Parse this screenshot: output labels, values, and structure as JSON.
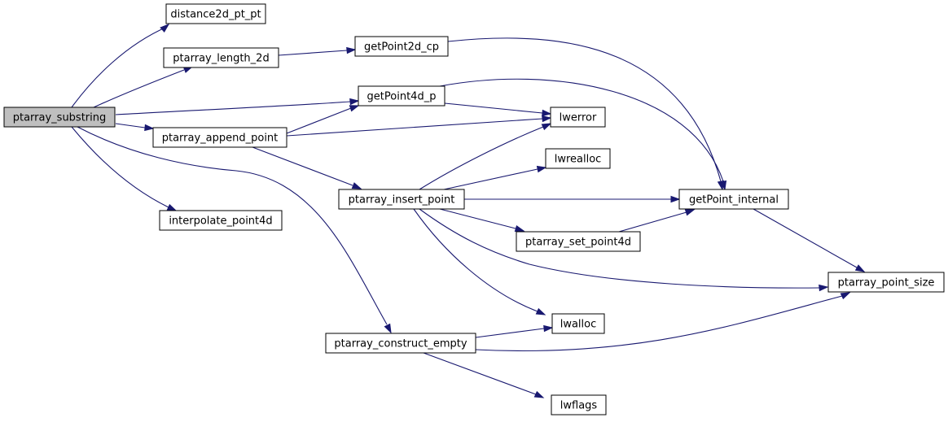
{
  "graph": {
    "nodes": {
      "ptarray_substring": {
        "label": "ptarray_substring",
        "highlighted": true
      },
      "distance2d_pt_pt": {
        "label": "distance2d_pt_pt"
      },
      "ptarray_length_2d": {
        "label": "ptarray_length_2d"
      },
      "getPoint2d_cp": {
        "label": "getPoint2d_cp"
      },
      "getPoint4d_p": {
        "label": "getPoint4d_p"
      },
      "ptarray_append_point": {
        "label": "ptarray_append_point"
      },
      "lwerror": {
        "label": "lwerror"
      },
      "lwrealloc": {
        "label": "lwrealloc"
      },
      "ptarray_insert_point": {
        "label": "ptarray_insert_point"
      },
      "getPoint_internal": {
        "label": "getPoint_internal"
      },
      "interpolate_point4d": {
        "label": "interpolate_point4d"
      },
      "ptarray_set_point4d": {
        "label": "ptarray_set_point4d"
      },
      "ptarray_point_size": {
        "label": "ptarray_point_size"
      },
      "ptarray_construct_empty": {
        "label": "ptarray_construct_empty"
      },
      "lwalloc": {
        "label": "lwalloc"
      },
      "lwflags": {
        "label": "lwflags"
      }
    },
    "edges": [
      [
        "ptarray_substring",
        "distance2d_pt_pt"
      ],
      [
        "ptarray_substring",
        "ptarray_length_2d"
      ],
      [
        "ptarray_substring",
        "getPoint4d_p"
      ],
      [
        "ptarray_substring",
        "ptarray_append_point"
      ],
      [
        "ptarray_substring",
        "interpolate_point4d"
      ],
      [
        "ptarray_substring",
        "ptarray_construct_empty"
      ],
      [
        "ptarray_length_2d",
        "getPoint2d_cp"
      ],
      [
        "getPoint2d_cp",
        "getPoint_internal"
      ],
      [
        "getPoint4d_p",
        "lwerror"
      ],
      [
        "getPoint4d_p",
        "getPoint_internal"
      ],
      [
        "ptarray_append_point",
        "getPoint4d_p"
      ],
      [
        "ptarray_append_point",
        "lwerror"
      ],
      [
        "ptarray_append_point",
        "ptarray_insert_point"
      ],
      [
        "ptarray_insert_point",
        "lwerror"
      ],
      [
        "ptarray_insert_point",
        "lwrealloc"
      ],
      [
        "ptarray_insert_point",
        "getPoint_internal"
      ],
      [
        "ptarray_insert_point",
        "ptarray_set_point4d"
      ],
      [
        "ptarray_insert_point",
        "ptarray_point_size"
      ],
      [
        "ptarray_insert_point",
        "lwalloc"
      ],
      [
        "ptarray_set_point4d",
        "getPoint_internal"
      ],
      [
        "getPoint_internal",
        "ptarray_point_size"
      ],
      [
        "ptarray_construct_empty",
        "lwalloc"
      ],
      [
        "ptarray_construct_empty",
        "ptarray_point_size"
      ],
      [
        "ptarray_construct_empty",
        "lwflags"
      ]
    ]
  },
  "colors": {
    "edge": "#191970",
    "node_fill": "#ffffff",
    "node_highlight_fill": "#bfbfbf",
    "node_border": "#000000"
  }
}
